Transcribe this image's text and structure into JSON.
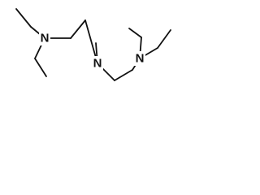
{
  "molecule": {
    "atoms": {
      "n_left": "N",
      "n_middle": "N",
      "n_right": "N"
    }
  },
  "colors": {
    "bond": "#111111",
    "label": "#111111",
    "background": "#ffffff"
  }
}
